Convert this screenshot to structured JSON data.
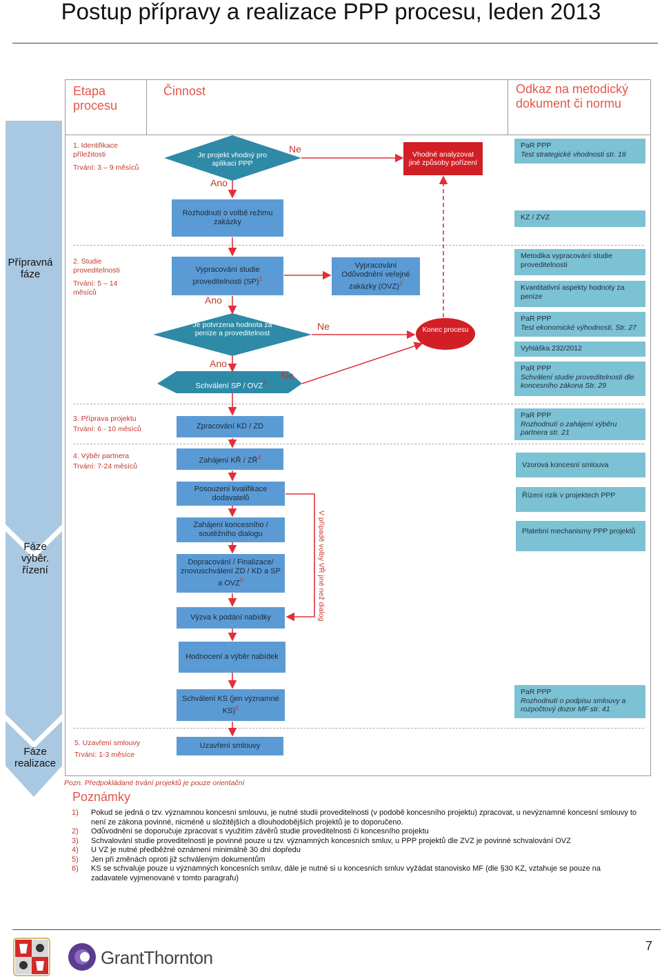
{
  "title": "Postup přípravy a realizace PPP procesu, leden 2013",
  "headers": {
    "etapa": "Etapa procesu",
    "cinnost": "Činnost",
    "odkaz": "Odkaz na metodický dokument či normu"
  },
  "phases": {
    "pripravna": "Přípravná fáze",
    "vyber": "Fáze výběr. řízení",
    "realizace": "Fáze realizace"
  },
  "stages": [
    {
      "name": "1. Identifikace příležitosti",
      "duration": "Trvání: 3 – 9 měsíců"
    },
    {
      "name": "2. Studie proveditelnosti",
      "duration": "Trvání: 5 – 14 měsíců"
    },
    {
      "name": "3. Příprava projektu",
      "duration": "Trvání: 6 - 10 měsíců"
    },
    {
      "name": "4. Výběr partnera",
      "duration": "Trvání: 7-24 měsíců"
    },
    {
      "name": "5. Uzavření smlouvy",
      "duration": "Trvání: 1-3 měsíce"
    }
  ],
  "flow": {
    "d1": "Je projekt vhodný pro aplikaci PPP",
    "ne1": "Ne",
    "analyze": "Vhodné analyzovat jiné způsoby pořízení",
    "ano1": "Ano",
    "rezim": "Rozhodnutí o volbě režimu zakázky",
    "sp": "Vypracování studie proveditelnosti (SP)",
    "sp_note": "1",
    "ovz": "Vypracování Odůvodnění veřejné zakázky (OVZ)",
    "ovz_note": "2",
    "ano2": "Ano",
    "d2": "Je potvrzena hodnota za peníze a proveditelnost",
    "ne2": "Ne",
    "konec": "Konec procesu",
    "ano3": "Ano",
    "schvaleni": "Schválení SP / OVZ",
    "schvaleni_note": "3",
    "ne3": "Ne",
    "kdzd": "Zpracování KD / ZD",
    "zahajeni": "Zahájení KŘ / ZŘ",
    "zahajeni_note": "4",
    "kvalifikace": "Posouzení kvalifikace dodavatelů",
    "dialog": "Zahájení koncesního / soutěžního dialogu",
    "dopracovani": "Dopracování / Finalizace/ znovuschválení ZD / KD a SP a OVZ",
    "dopracovani_note": "5",
    "vyzva": "Výzva k podání nabídky",
    "hodnoceni": "Hodnocení a výběr nabídek",
    "schvaleniks": "Schválení KS (jen významné KS)",
    "schvaleniks_note": "6",
    "uzavreni": "Uzavření smlouvy",
    "side_label": "V případě volby VŘ jiné než dialog"
  },
  "refs": [
    {
      "title": "PaR PPP",
      "sub": "Test strategické vhodnosti str. 18"
    },
    {
      "title": "KZ / ZVZ",
      "sub": ""
    },
    {
      "title": "Metodika vypracování studie proveditelnosti",
      "sub": ""
    },
    {
      "title": "Kvantitativní aspekty hodnoty za peníze",
      "sub": ""
    },
    {
      "title": "PaR PPP",
      "sub": "Test ekonomické výhodnosti. Str. 27"
    },
    {
      "title": "Vyhláška 232/2012",
      "sub": ""
    },
    {
      "title": "PaR PPP",
      "sub": "Schválení studie proveditelnosti dle koncesního zákona Str. 29"
    },
    {
      "title": "PaR PPP",
      "sub": "Rozhodnutí o zahájení výběru partnera str. 21"
    },
    {
      "title": "Vzorová koncesní smlouva",
      "sub": ""
    },
    {
      "title": "Řízení rizik v projektech PPP",
      "sub": ""
    },
    {
      "title": "Platební mechanismy PPP projektů",
      "sub": ""
    },
    {
      "title": "PaR PPP",
      "sub": "Rozhodnutí o podpisu smlouvy a rozpočtový dozor MF str. 41"
    }
  ],
  "pozn": "Pozn. Předpokládané trvání projektů je pouze orientační",
  "notes_title": "Poznámky",
  "notes": [
    {
      "n": "1)",
      "t": "Pokud se jedná o tzv. významnou koncesní smlouvu, je nutné studii proveditelnosti (v podobě koncesního projektu) zpracovat, u nevýznamné koncesní smlouvy to není ze zákona povinné, nicméně u složitějších a dlouhodobějších projektů je to doporučeno."
    },
    {
      "n": "2)",
      "t": "Odůvodnění se doporučuje zpracovat s využitím závěrů studie proveditelnosti či koncesního projektu"
    },
    {
      "n": "3)",
      "t": "Schvalování studie proveditelnosti je povinné pouze u tzv. významných koncesních smluv, u PPP projektů dle ZVZ je povinné schvalování OVZ"
    },
    {
      "n": "4)",
      "t": "U VZ je nutné předběžné oznámení minimálně 30 dní dopředu"
    },
    {
      "n": "5)",
      "t": "Jen při změnách oproti již schváleným dokumentům"
    },
    {
      "n": "6)",
      "t": "KS se schvaluje pouze u významných koncesních smluv, dále je nutné si u koncesních smluv vyžádat stanovisko MF (dle §30 KZ, vztahuje se pouze na zadavatele vyjmenované v tomto paragrafu)"
    }
  ],
  "footer": {
    "logo_text": "GrantThornton",
    "page_number": "7"
  },
  "colors": {
    "accent_red": "#e2564a",
    "flow_blue": "#5b9bd5",
    "diamond_teal": "#2e8aa6",
    "ref_teal": "#7cc1d4",
    "stop_red": "#d21f26"
  }
}
